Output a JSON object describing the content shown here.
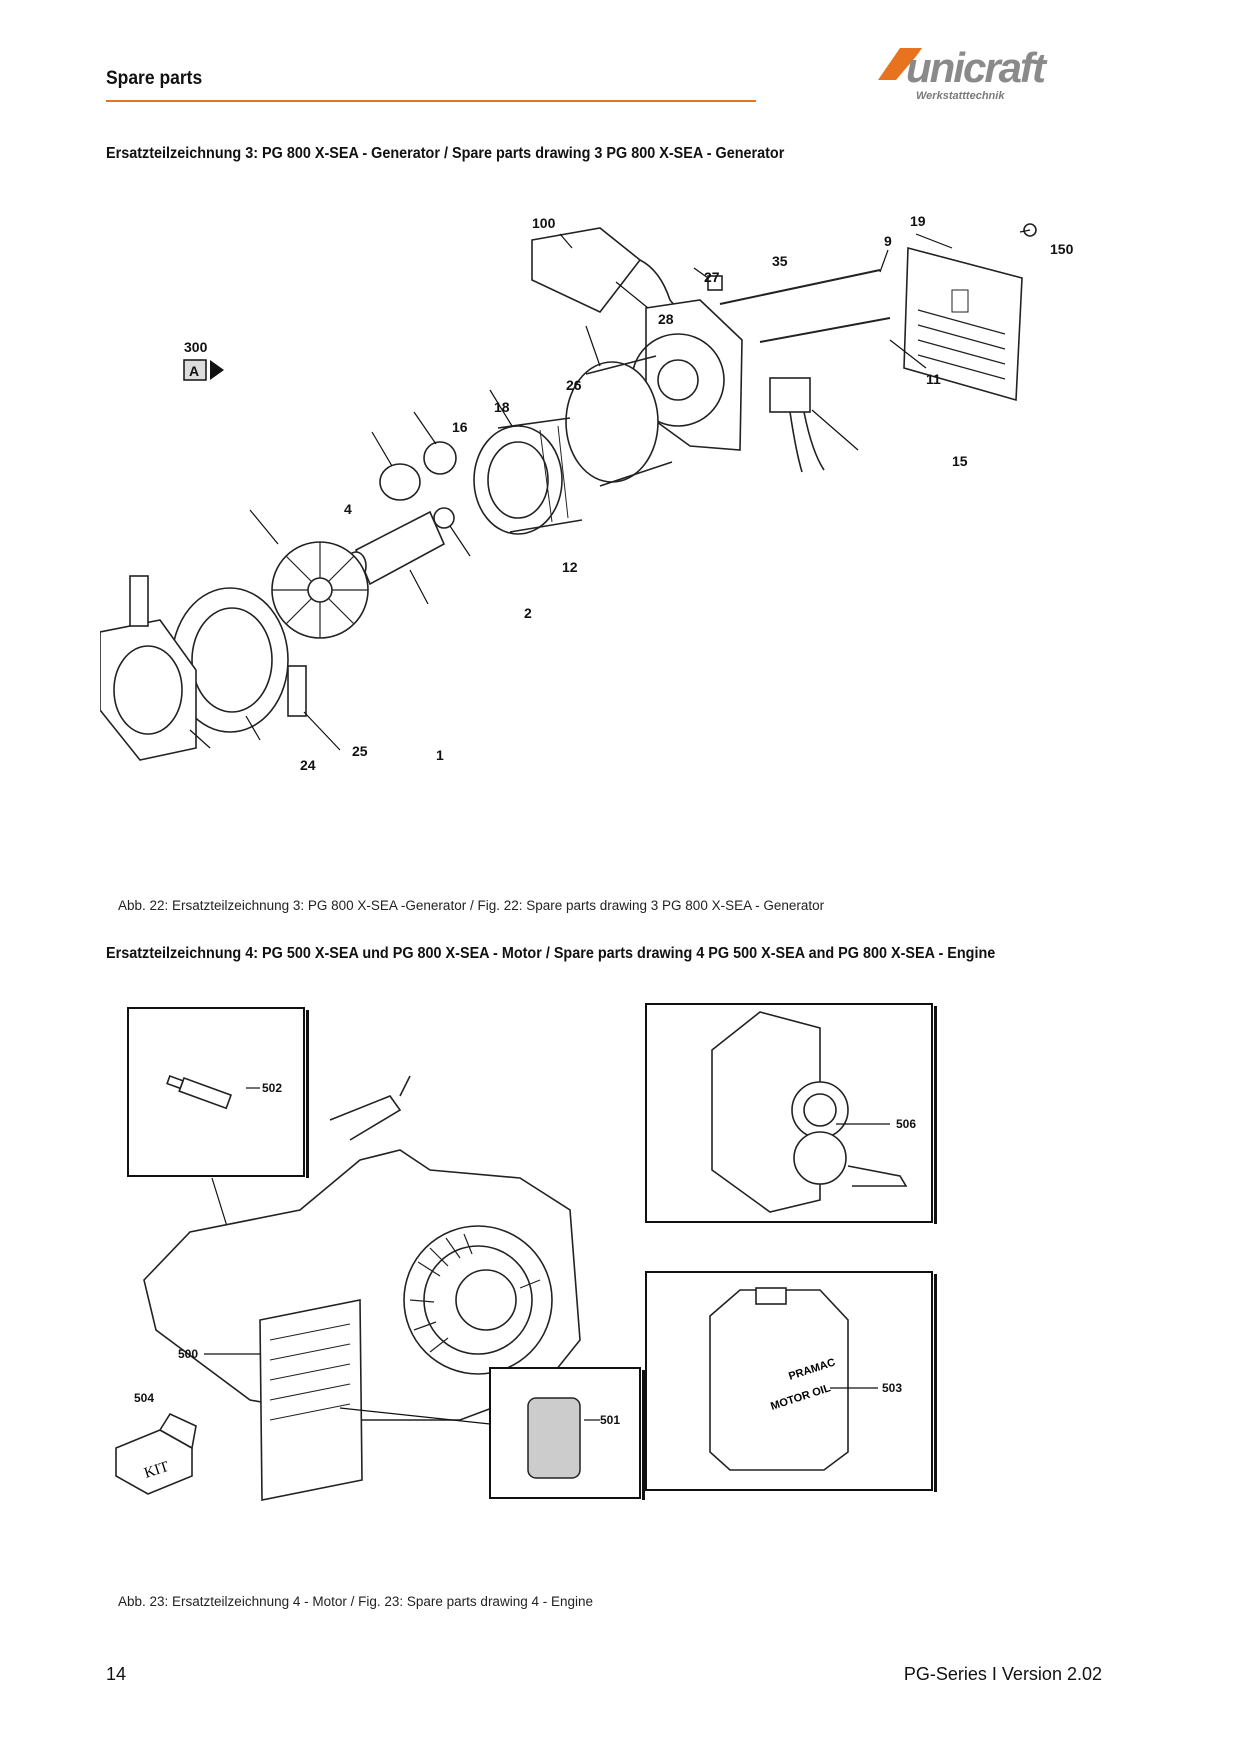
{
  "header": {
    "title": "Spare parts"
  },
  "logo": {
    "brand": "unicraft",
    "subtitle": "Werkstatttechnik"
  },
  "section3": {
    "heading": "Ersatzteilzeichnung 3: PG 800 X-SEA - Generator / Spare parts drawing 3 PG 800 X-SEA - Generator",
    "caption": "Abb. 22: Ersatzteilzeichnung 3: PG 800 X-SEA -Generator / Fig. 22: Spare parts drawing 3 PG 800 X-SEA - Generator",
    "view_marker": {
      "number": "300",
      "letter": "A"
    },
    "callouts": [
      "100",
      "19",
      "9",
      "150",
      "35",
      "27",
      "28",
      "11",
      "26",
      "18",
      "16",
      "15",
      "12",
      "4",
      "2",
      "24",
      "25",
      "1"
    ]
  },
  "section4": {
    "heading": "Ersatzteilzeichnung 4: PG 500 X-SEA und PG 800 X-SEA - Motor / Spare parts drawing 4 PG 500 X-SEA and PG 800 X-SEA - Engine",
    "caption": "Abb. 23: Ersatzteilzeichnung 4 - Motor / Fig. 23: Spare parts drawing 4 - Engine",
    "callouts": [
      "502",
      "506",
      "500",
      "504",
      "501",
      "503"
    ],
    "kit_label": "KIT",
    "oil_can_label_1": "PRAMAC",
    "oil_can_label_2": "MOTOR OIL"
  },
  "footer": {
    "page_number": "14",
    "version": "PG-Series I Version 2.02"
  }
}
